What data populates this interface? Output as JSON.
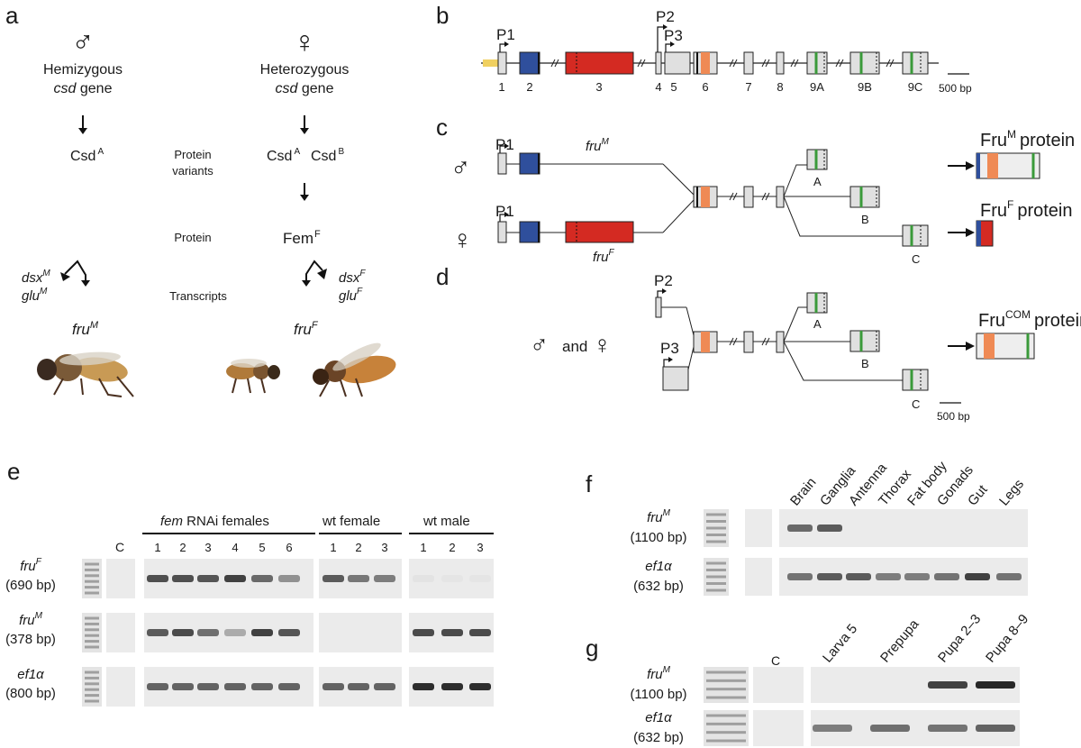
{
  "panels": {
    "a": "a",
    "b": "b",
    "c": "c",
    "d": "d",
    "e": "e",
    "f": "f",
    "g": "g"
  },
  "panel_a": {
    "male_symbol": "♂",
    "female_symbol": "♀",
    "male_gene_line1": "Hemizygous",
    "male_gene_line2_italic": "csd",
    "male_gene_line2_rest": " gene",
    "female_gene_line1": "Heterozygous",
    "female_gene_line2_italic": "csd",
    "female_gene_line2_rest": " gene",
    "male_protein": "Csd",
    "male_protein_sup": "A",
    "female_protein_1": "Csd",
    "female_protein_1_sup": "A",
    "female_protein_2": "Csd",
    "female_protein_2_sup": "B",
    "row_label_protein_variants_1": "Protein",
    "row_label_protein_variants_2": "variants",
    "row_label_protein": "Protein",
    "row_label_transcripts": "Transcripts",
    "fem": "Fem",
    "fem_sup": "F",
    "male_dsx": "dsx",
    "male_dsx_sup": "M",
    "male_glu": "glu",
    "male_glu_sup": "M",
    "female_dsx": "dsx",
    "female_dsx_sup": "F",
    "female_glu": "glu",
    "female_glu_sup": "F",
    "male_fru": "fru",
    "male_fru_sup": "M",
    "female_fru": "fru",
    "female_fru_sup": "F"
  },
  "panel_b": {
    "promoters": [
      "P1",
      "P2",
      "P3"
    ],
    "exons": [
      "1",
      "2",
      "3",
      "4",
      "5",
      "6",
      "7",
      "8",
      "9A",
      "9B",
      "9C"
    ],
    "scale": "500 bp"
  },
  "panel_c": {
    "male_symbol": "♂",
    "female_symbol": "♀",
    "promoter": "P1",
    "fruM": "fru",
    "fruM_sup": "M",
    "fruF": "fru",
    "fruF_sup": "F",
    "exon_labels": [
      "A",
      "B",
      "C"
    ],
    "fruM_protein": "Fru",
    "fruM_protein_sup": "M",
    "fruM_protein_word": "protein",
    "fruF_protein": "Fru",
    "fruF_protein_sup": "F",
    "fruF_protein_word": "protein"
  },
  "panel_d": {
    "symbols_male": "♂",
    "and": "and",
    "symbols_female": "♀",
    "promoters": [
      "P2",
      "P3"
    ],
    "exon_labels": [
      "A",
      "B",
      "C"
    ],
    "protein": "Fru",
    "protein_sup": "COM",
    "protein_word": "protein",
    "scale": "500 bp"
  },
  "panel_e": {
    "control": "C",
    "group_fem_italic": "fem",
    "group_fem_rest": " RNAi females",
    "group_wt_female": "wt female",
    "group_wt_male": "wt male",
    "lanes_fem": [
      "1",
      "2",
      "3",
      "4",
      "5",
      "6"
    ],
    "lanes_wtf": [
      "1",
      "2",
      "3"
    ],
    "lanes_wtm": [
      "1",
      "2",
      "3"
    ],
    "rows": [
      {
        "gene": "fru",
        "sup": "F",
        "size": "(690 bp)"
      },
      {
        "gene": "fru",
        "sup": "M",
        "size": "(378 bp)"
      },
      {
        "gene": "ef1α",
        "sup": "",
        "size": "(800 bp)"
      }
    ],
    "band_intensity": [
      [
        0.78,
        0.78,
        0.75,
        0.85,
        0.65,
        0.45,
        0.72,
        0.58,
        0.55,
        0.04,
        0.03,
        0.03
      ],
      [
        0.72,
        0.8,
        0.62,
        0.32,
        0.85,
        0.75,
        0.0,
        0.0,
        0.0,
        0.8,
        0.8,
        0.8
      ],
      [
        0.68,
        0.68,
        0.68,
        0.68,
        0.68,
        0.68,
        0.68,
        0.68,
        0.68,
        0.95,
        0.95,
        0.95
      ]
    ]
  },
  "panel_f": {
    "control": "C",
    "tissues": [
      "Brain",
      "Ganglia",
      "Antenna",
      "Thorax",
      "Fat body",
      "Gonads",
      "Gut",
      "Legs"
    ],
    "rows": [
      {
        "gene": "fru",
        "sup": "M",
        "size": "(1100 bp)"
      },
      {
        "gene": "ef1α",
        "sup": "",
        "size": "(632 bp)"
      }
    ],
    "band_intensity": [
      [
        0.65,
        0.72,
        0,
        0,
        0,
        0,
        0,
        0
      ],
      [
        0.6,
        0.72,
        0.72,
        0.55,
        0.55,
        0.6,
        0.85,
        0.6
      ]
    ]
  },
  "panel_g": {
    "control": "C",
    "stages": [
      "Larva 5",
      "Prepupa",
      "Pupa 2–3",
      "Pupa 8–9"
    ],
    "rows": [
      {
        "gene": "fru",
        "sup": "M",
        "size": "(1100 bp)"
      },
      {
        "gene": "ef1α",
        "sup": "",
        "size": "(632 bp)"
      }
    ],
    "band_intensity": [
      [
        0,
        0,
        0.85,
        0.98
      ],
      [
        0.55,
        0.62,
        0.6,
        0.68
      ]
    ]
  },
  "colors": {
    "exon_blue": "#2f4f9c",
    "exon_red": "#d42a22",
    "exon_orange": "#ef8a55",
    "exon_green": "#3a9a3a",
    "exon_gray": "#e0e0e0",
    "promoter_yellow": "#f0d060"
  }
}
